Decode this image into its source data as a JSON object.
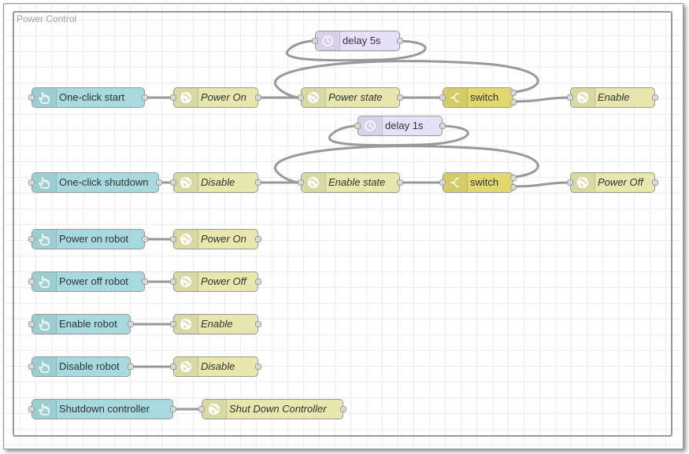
{
  "flow": {
    "group_label": "Power Control",
    "nodes": {
      "n1": {
        "label": "One-click start",
        "icon": "hand-pointer-icon"
      },
      "n2": {
        "label": "Power On",
        "icon": "globe-icon"
      },
      "n3": {
        "label": "Power state",
        "icon": "globe-icon"
      },
      "n4": {
        "label": "switch",
        "icon": "switch-icon"
      },
      "n5": {
        "label": "Enable",
        "icon": "globe-icon"
      },
      "n6": {
        "label": "delay 5s",
        "icon": "timer-icon"
      },
      "n7": {
        "label": "One-click shutdown",
        "icon": "hand-pointer-icon"
      },
      "n8": {
        "label": "Disable",
        "icon": "globe-icon"
      },
      "n9": {
        "label": "Enable state",
        "icon": "globe-icon"
      },
      "n10": {
        "label": "switch",
        "icon": "switch-icon"
      },
      "n11": {
        "label": "Power Off",
        "icon": "globe-icon"
      },
      "n12": {
        "label": "delay 1s",
        "icon": "timer-icon"
      },
      "n13": {
        "label": "Power on robot",
        "icon": "hand-pointer-icon"
      },
      "n14": {
        "label": "Power On",
        "icon": "globe-icon"
      },
      "n15": {
        "label": "Power off robot",
        "icon": "hand-pointer-icon"
      },
      "n16": {
        "label": "Power Off",
        "icon": "globe-icon"
      },
      "n17": {
        "label": "Enable robot",
        "icon": "hand-pointer-icon"
      },
      "n18": {
        "label": "Enable",
        "icon": "globe-icon"
      },
      "n19": {
        "label": "Disable robot",
        "icon": "hand-pointer-icon"
      },
      "n20": {
        "label": "Disable",
        "icon": "globe-icon"
      },
      "n21": {
        "label": "Shutdown controller",
        "icon": "hand-pointer-icon"
      },
      "n22": {
        "label": "Shut Down Controller",
        "icon": "globe-icon"
      }
    },
    "colors": {
      "inject": "#a6dade",
      "http": "#e7e7ae",
      "delay": "#e6e0f8",
      "switch": "#e2d96e",
      "wire": "#999999"
    }
  }
}
